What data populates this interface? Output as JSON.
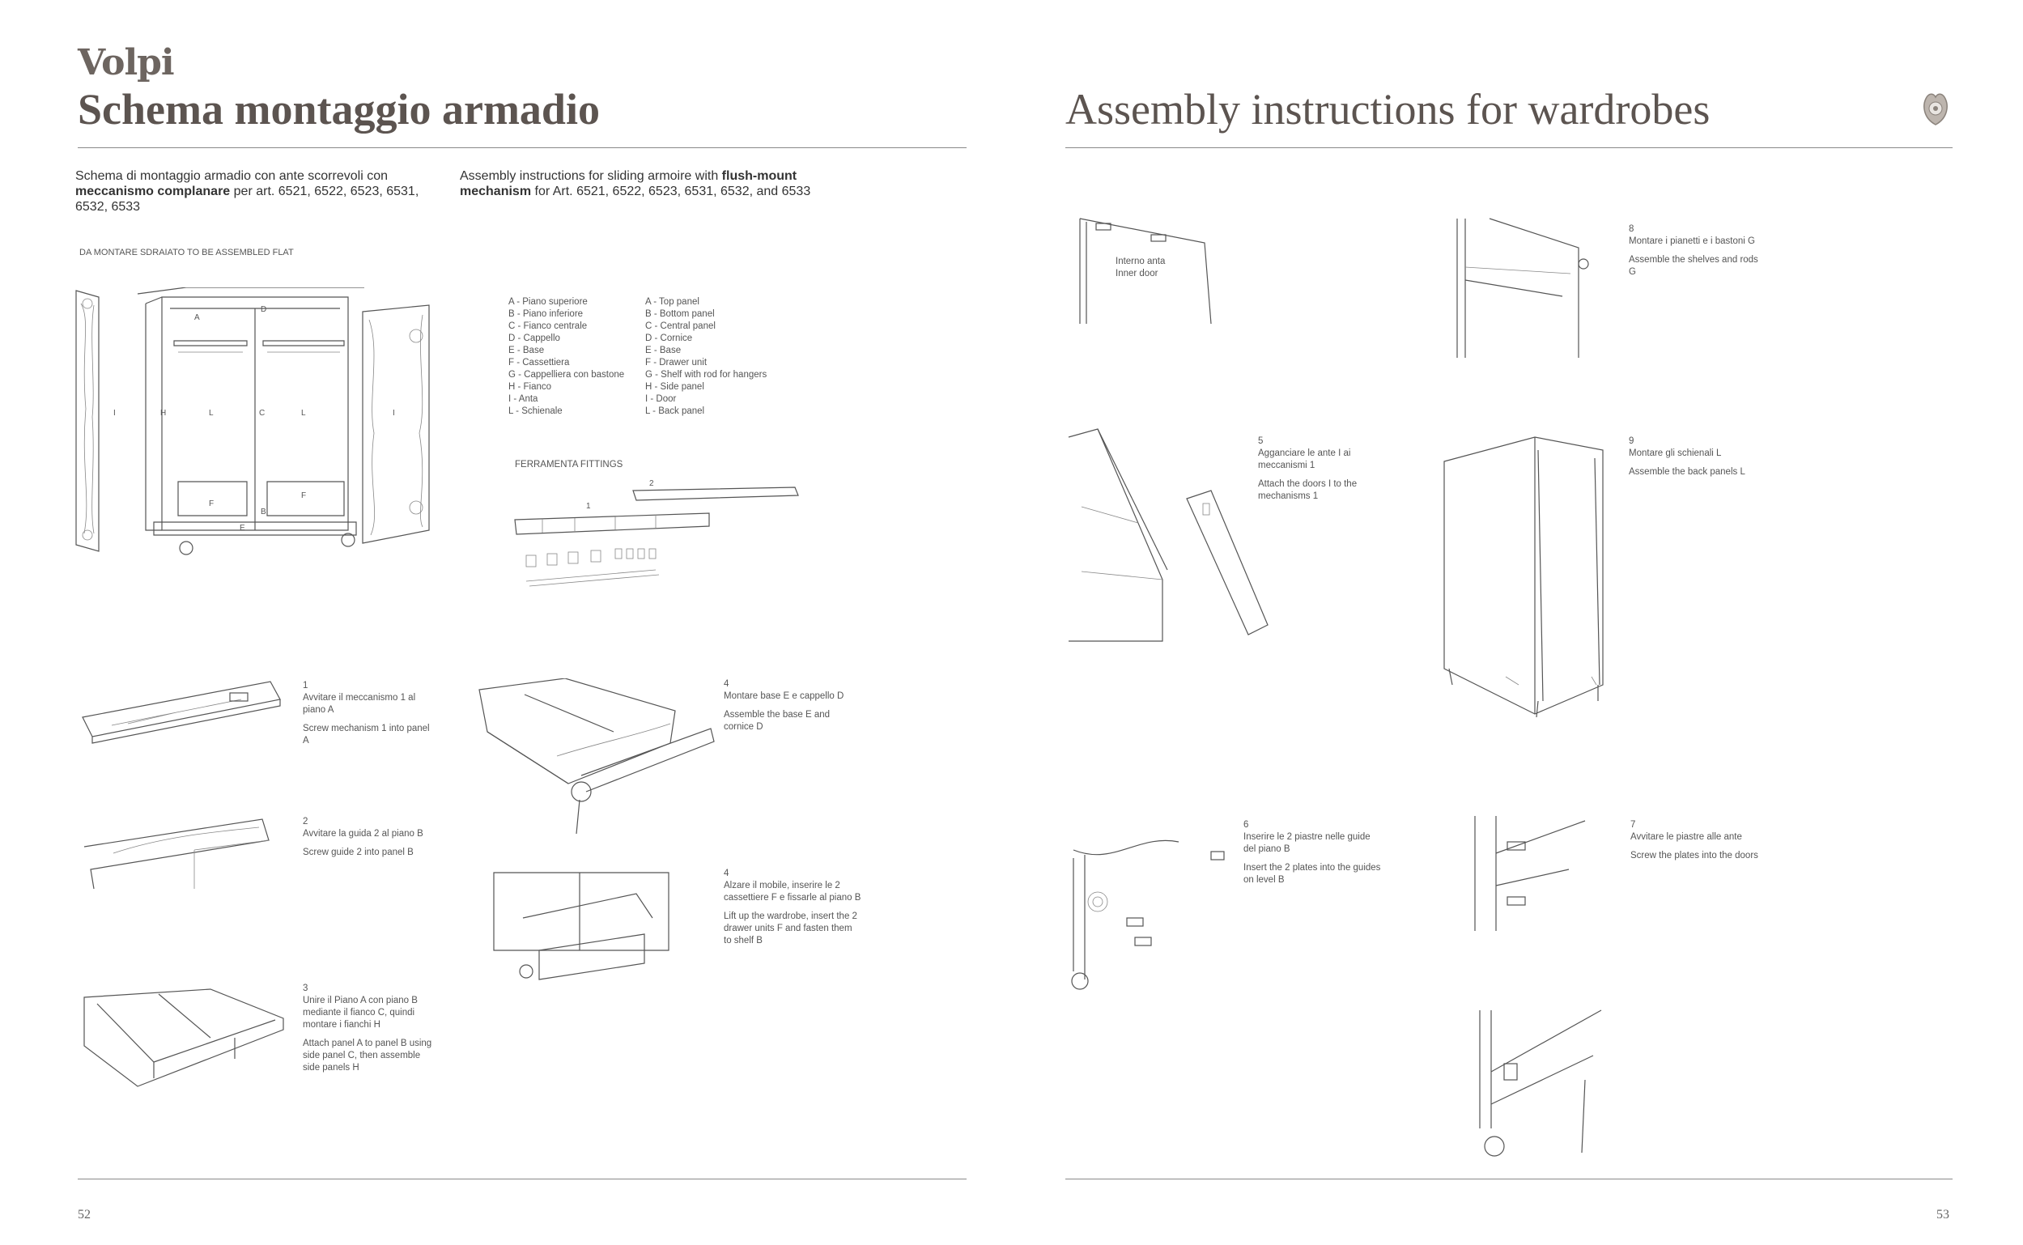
{
  "brand": "Volpi",
  "header": {
    "title_it": "Schema montaggio armadio",
    "title_en": "Assembly instructions for wardrobes"
  },
  "intro": {
    "it_pre": "Schema di montaggio armadio con ante scorrevoli con ",
    "it_bold": "meccanismo complanare",
    "it_post": " per art. 6521, 6522, 6523, 6531, 6532, 6533",
    "en_pre": "Assembly instructions for sliding armoire with ",
    "en_bold": "flush-mount mechanism",
    "en_post": " for Art. 6521, 6522, 6523, 6531, 6532, and 6533"
  },
  "flat_note": "DA MONTARE SDRAIATO  TO BE ASSEMBLED FLAT",
  "legend_it": [
    "A - Piano superiore",
    "B - Piano inferiore",
    "C - Fianco centrale",
    "D - Cappello",
    "E - Base",
    "F - Cassettiera",
    "G - Cappelliera con bastone",
    "H - Fianco",
    "I - Anta",
    "L - Schienale"
  ],
  "legend_en": [
    "A - Top panel",
    "B - Bottom panel",
    "C - Central panel",
    "D - Cornice",
    "E - Base",
    "F - Drawer unit",
    "G - Shelf with rod for hangers",
    "H - Side panel",
    "I - Door",
    "L - Back panel"
  ],
  "fittings_label": "FERRAMENTA FITTINGS",
  "diagram_letters": {
    "A": "A",
    "B": "B",
    "C": "C",
    "D": "D",
    "E": "E",
    "F1": "F",
    "F2": "F",
    "H": "H",
    "I1": "I",
    "I2": "I",
    "L1": "L",
    "L2": "L",
    "fit1": "1",
    "fit2": "2"
  },
  "steps": {
    "s1": {
      "num": "1",
      "it": "Avvitare il meccanismo 1 al piano A",
      "en": "Screw mechanism 1 into panel A"
    },
    "s2": {
      "num": "2",
      "it": "Avvitare la guida 2 al piano B",
      "en": "Screw guide 2 into panel B"
    },
    "s3": {
      "num": "3",
      "it": "Unire il Piano A con piano B mediante il fianco C, quindi montare i fianchi H",
      "en": "Attach panel A to panel B using side panel C, then assemble side panels H"
    },
    "s4a": {
      "num": "4",
      "it": "Montare base E e cappello D",
      "en": "Assemble the base E and cornice D"
    },
    "s4b": {
      "num": "4",
      "it": "Alzare il mobile, inserire le 2 cassettiere F e fissarle al piano B",
      "en": "Lift up the wardrobe, insert the 2 drawer units F and fasten them to shelf B"
    },
    "s5": {
      "num": "5",
      "it": "Agganciare le ante I ai meccanismi 1",
      "en": "Attach the doors I to the mechanisms 1"
    },
    "s6": {
      "num": "6",
      "it": "Inserire le 2 piastre nelle guide del piano B",
      "en": "Insert the 2 plates into the guides on level B"
    },
    "s7": {
      "num": "7",
      "it": "Avvitare le piastre alle ante",
      "en": "Screw the plates into the doors"
    },
    "s8": {
      "num": "8",
      "it": "Montare i pianetti e i bastoni G",
      "en": "Assemble the shelves and rods G"
    },
    "s9": {
      "num": "9",
      "it": "Montare gli schienali L",
      "en": "Assemble the back panels L"
    }
  },
  "inner_door": {
    "it": "Interno anta",
    "en": "Inner door"
  },
  "page_left": "52",
  "page_right": "53"
}
